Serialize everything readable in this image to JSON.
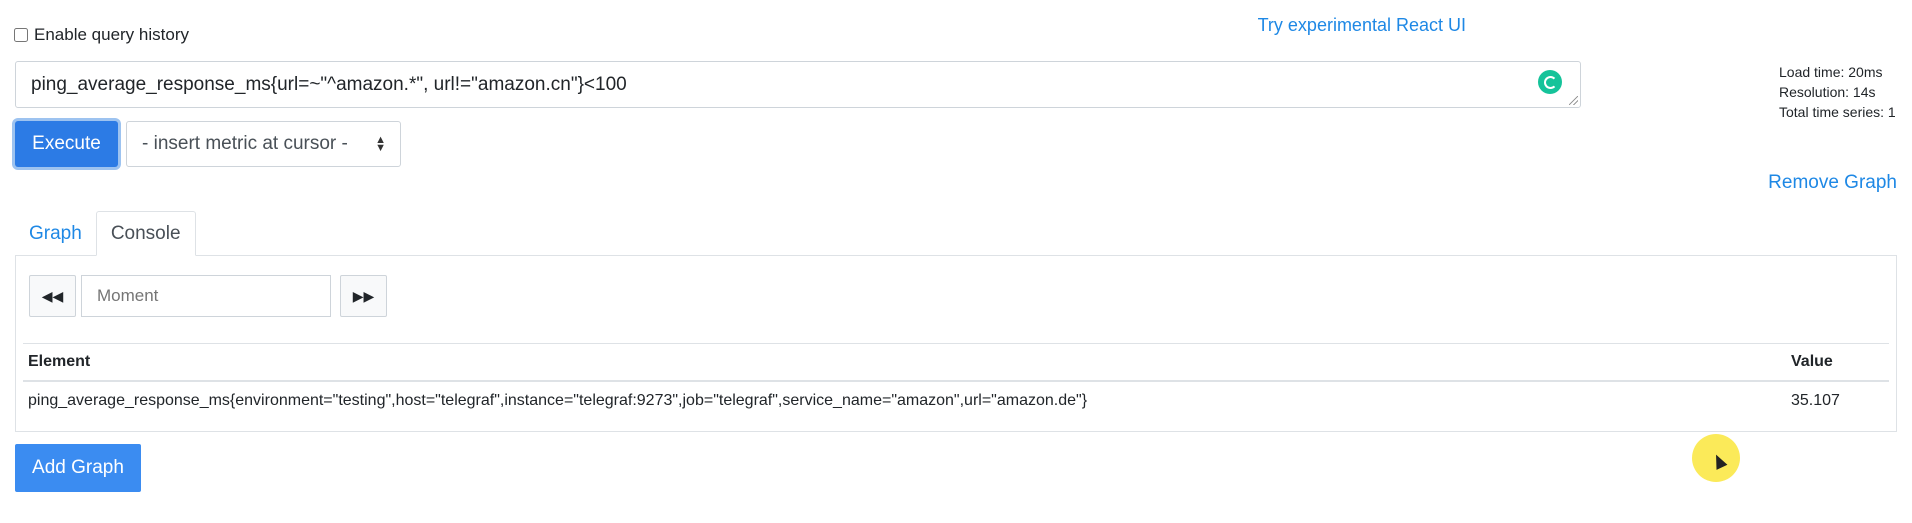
{
  "query_history": {
    "label": "Enable query history",
    "checked": false
  },
  "react_link": "Try experimental React UI",
  "stats": {
    "load_time": "Load time: 20ms",
    "resolution": "Resolution: 14s",
    "total_series": "Total time series: 1"
  },
  "expression": "ping_average_response_ms{url=~\"^amazon.*\", url!=\"amazon.cn\"}<100",
  "execute_label": "Execute",
  "metric_select": "- insert metric at cursor -",
  "remove_graph": "Remove Graph",
  "tabs": [
    {
      "label": "Graph",
      "active": false
    },
    {
      "label": "Console",
      "active": true
    }
  ],
  "console": {
    "moment_placeholder": "Moment",
    "columns": {
      "element": "Element",
      "value": "Value"
    },
    "rows": [
      {
        "element": "ping_average_response_ms{environment=\"testing\",host=\"telegraf\",instance=\"telegraf:9273\",job=\"telegraf\",service_name=\"amazon\",url=\"amazon.de\"}",
        "value": "35.107"
      }
    ]
  },
  "add_graph": "Add Graph",
  "icons": {
    "prev": "fast-backward-icon",
    "next": "fast-forward-icon",
    "grammarly": "grammarly-icon"
  },
  "colors": {
    "link": "#1e88e5",
    "primary": "#2c7be5"
  }
}
